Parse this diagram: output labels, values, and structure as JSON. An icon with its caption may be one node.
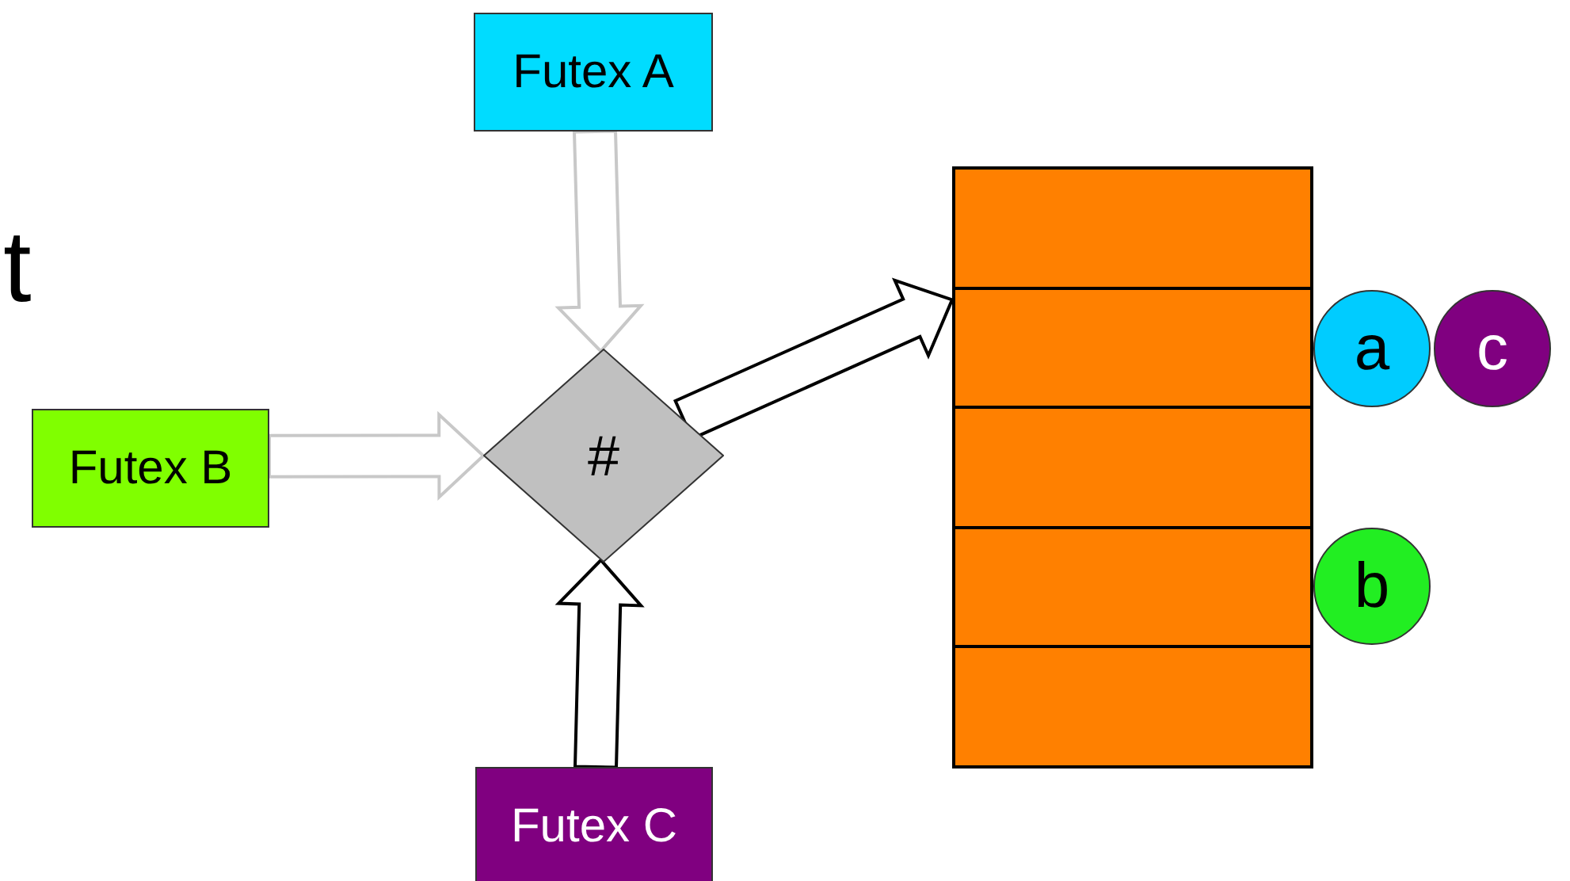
{
  "diagram": {
    "nodes": [
      {
        "text": [
          "Futex A"
        ]
      },
      {
        "text": [
          "Futex B"
        ]
      },
      {
        "text": [
          "#"
        ]
      },
      {
        "text": [],
        "shape": "box"
      },
      {
        "text": [
          "a"
        ]
      },
      {
        "text": [
          "c"
        ]
      },
      {
        "text": [
          "b"
        ]
      },
      {
        "text": [
          "Futex C"
        ]
      }
    ],
    "edges": [
      {
        "from": 0,
        "to": 2,
        "arrow": "to",
        "style": "thick",
        "color": "#c8c8c8"
      },
      {
        "from": 1,
        "to": 2,
        "arrow": "to",
        "style": "thick",
        "color": "#c8c8c8"
      },
      {
        "from": 7,
        "to": 2,
        "arrow": "to",
        "style": "thick"
      },
      {
        "from": 2,
        "to": 3,
        "arrow": "to",
        "style": "thick"
      }
    ],
    "labels": [
      "t"
    ]
  }
}
